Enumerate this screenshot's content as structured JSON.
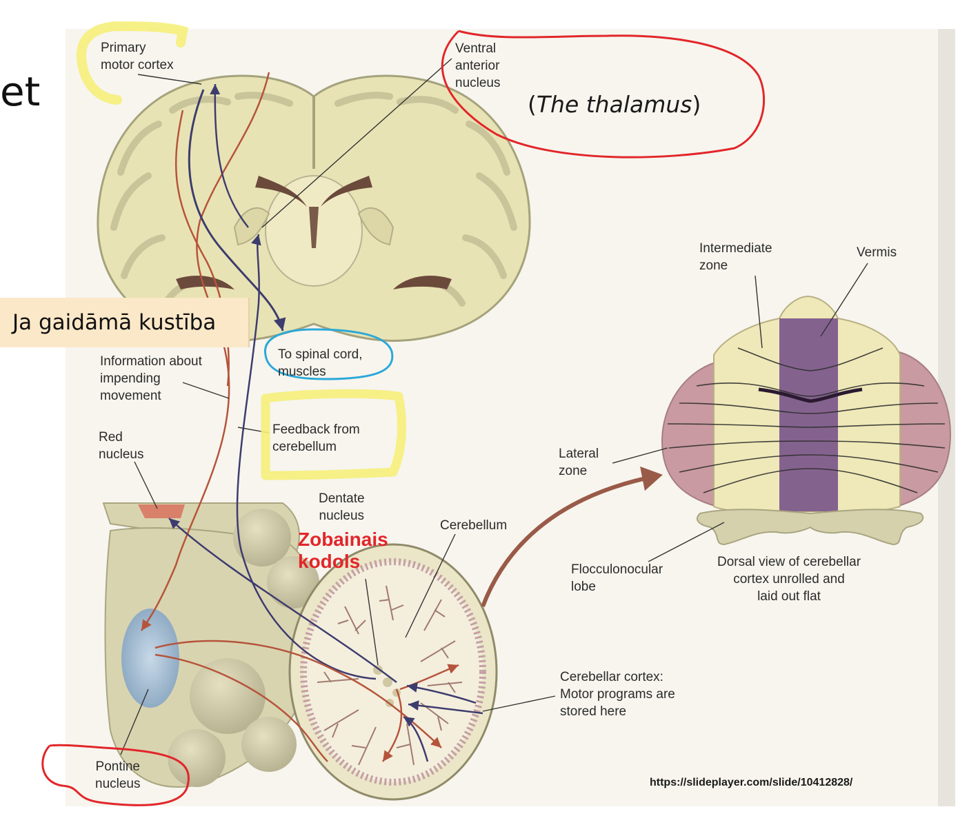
{
  "slide": {
    "title_fragment": "et",
    "callout": "Ja gaidāmā kustība",
    "thalamus_note": {
      "open": "(",
      "italic": "The thalamus",
      "close": ")"
    },
    "zobainais": "Zobainais\nkodols",
    "source_url": "https://slideplayer.com/slide/10412828/"
  },
  "labels": {
    "primary_motor_cortex": "Primary\nmotor cortex",
    "ventral_anterior_nucleus": "Ventral\nanterior\nnucleus",
    "to_spinal_cord": "To spinal cord,\nmuscles",
    "information_about_movement": "Information about\nimpending\nmovement",
    "feedback_from_cerebellum": "Feedback from\ncerebellum",
    "red_nucleus": "Red\nnucleus",
    "dentate_nucleus": "Dentate\nnucleus",
    "cerebellum": "Cerebellum",
    "pontine_nucleus": "Pontine\nnucleus",
    "cerebellar_cortex": "Cerebellar cortex:\nMotor programs are\nstored here",
    "intermediate_zone": "Intermediate\nzone",
    "vermis": "Vermis",
    "lateral_zone": "Lateral\nzone",
    "flocculonodular_lobe": "Flocculonocular\nlobe",
    "dorsal_view": "Dorsal view of cerebellar\ncortex unrolled and\nlaid out flat"
  },
  "colors": {
    "brain_tissue": "#e8e3b4",
    "brain_outline": "#a5a27c",
    "dark_ventricle": "#6b4a3c",
    "brainstem": "#d9d4b0",
    "pontine_blue": "#a9c1d6",
    "red_nucleus": "#d9806a",
    "lateral_zone": "#c99aa1",
    "intermediate_zone": "#efe8b8",
    "vermis": "#84628e",
    "pathway_dark": "#3d3c6e",
    "pathway_red": "#b5543b",
    "highlight_yellow": "#f5f07a",
    "highlight_red": "#e2262a",
    "highlight_blue": "#2aa8d8"
  }
}
